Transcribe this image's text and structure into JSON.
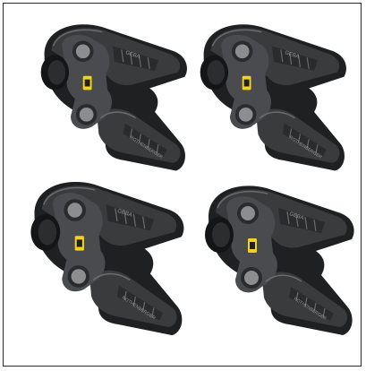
{
  "illustration": {
    "subject": "press-jaw-set",
    "jaw_count": 4,
    "colors": {
      "body": "#3a3b3d",
      "body_dark": "#1f2022",
      "highlight": "#6a6b6d",
      "pin": "#8c8d8f",
      "label_yellow": "#f2d21b",
      "frame": "#2a2a2a",
      "background": "#ffffff"
    },
    "jaws": [
      {
        "id": "jaw-top-left",
        "brand_text": "ROTHENBERGER",
        "jaw_text": "GEBA"
      },
      {
        "id": "jaw-top-right",
        "brand_text": "ROTHENBERGER",
        "jaw_text": "GEBA"
      },
      {
        "id": "jaw-bottom-left",
        "brand_text": "ROTHENBERGER",
        "jaw_text": "GEBA"
      },
      {
        "id": "jaw-bottom-right",
        "brand_text": "ROTHENBERGER",
        "jaw_text": "GEBA"
      }
    ]
  }
}
